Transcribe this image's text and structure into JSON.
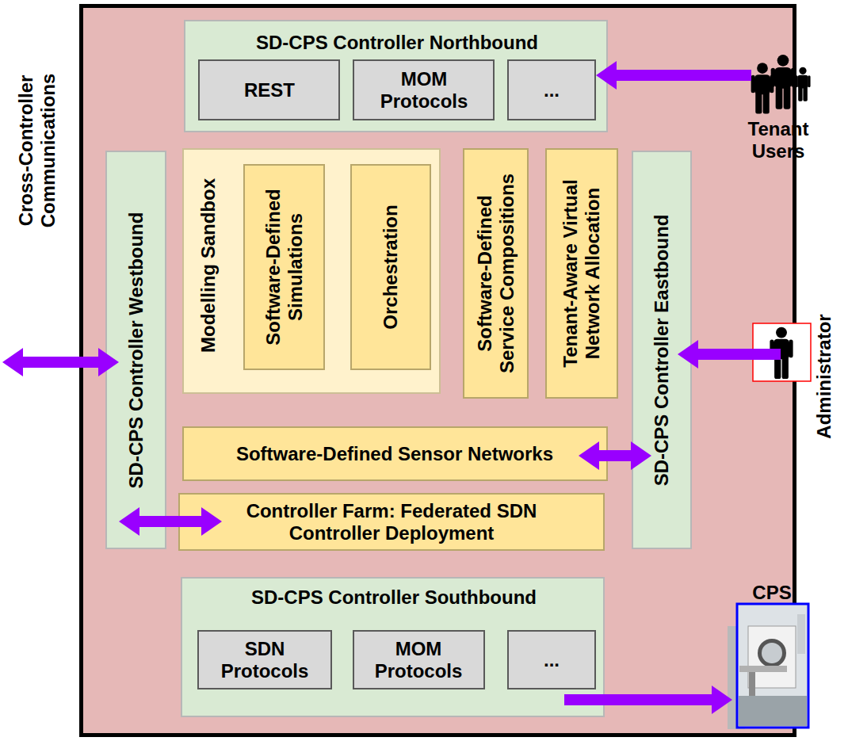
{
  "diagram": {
    "nodes": [
      {
        "text": [
          "SD-CPS Controller Northbound"
        ]
      },
      {
        "text": [
          "REST"
        ],
        "in": 0
      },
      {
        "text": [
          "MOM Protocols"
        ],
        "in": 0
      },
      {
        "text": [
          "..."
        ],
        "in": 0
      },
      {
        "text": [
          "SD-CPS Controller Westbound"
        ]
      },
      {
        "text": [
          "Modelling Sandbox"
        ]
      },
      {
        "text": [
          "Software-Defined Simulations"
        ],
        "in": 5
      },
      {
        "text": [
          "Orchestration"
        ],
        "in": 5
      },
      {
        "text": [
          "Software-Defined Service Compositions"
        ]
      },
      {
        "text": [
          "Tenant-Aware Virtual Network Allocation"
        ]
      },
      {
        "text": [
          "SD-CPS Controller Eastbound"
        ]
      },
      {
        "text": [
          "Software-Defined Sensor Networks"
        ]
      },
      {
        "text": [
          "Controller Farm: Federated SDN Controller Deployment"
        ]
      },
      {
        "text": [
          "SD-CPS Controller Southbound"
        ]
      },
      {
        "text": [
          "SDN Protocols"
        ],
        "in": 13
      },
      {
        "text": [
          "MOM Protocols"
        ],
        "in": 13
      },
      {
        "text": [
          "..."
        ],
        "in": 13
      },
      {
        "text": [
          "Tenant Users"
        ]
      },
      {
        "text": [
          "Administrator"
        ]
      },
      {
        "text": [
          "CPS"
        ]
      }
    ],
    "edges": [
      {
        "from": 17,
        "to": 0,
        "arrow": "to"
      },
      {
        "from": 4,
        "to": 12,
        "arrow": "both"
      },
      {
        "from": 11,
        "to": 10,
        "arrow": "both"
      },
      {
        "from": 18,
        "to": 10,
        "arrow": "to"
      },
      {
        "from": 13,
        "to": 19,
        "arrow": "to"
      }
    ],
    "labels": [
      "Cross-Controller Communications"
    ]
  }
}
